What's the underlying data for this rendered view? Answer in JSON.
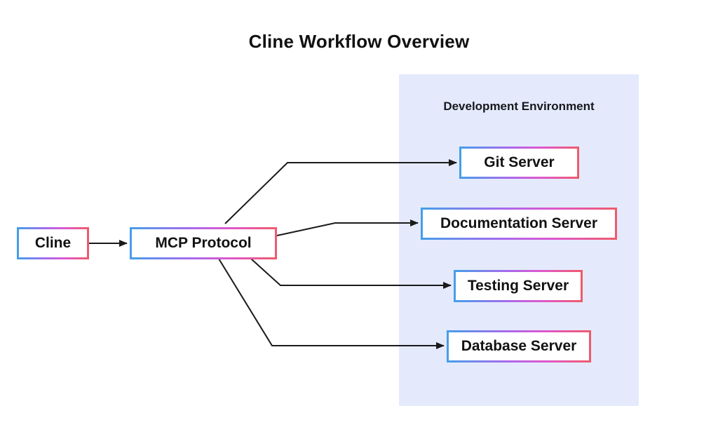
{
  "title": "Cline Workflow Overview",
  "panel": {
    "label": "Development Environment",
    "background": "#E4EAFC"
  },
  "nodes": [
    {
      "id": "cline",
      "label": "Cline"
    },
    {
      "id": "mcp",
      "label": "MCP Protocol"
    },
    {
      "id": "git",
      "label": "Git Server"
    },
    {
      "id": "docs",
      "label": "Documentation Server"
    },
    {
      "id": "testing",
      "label": "Testing Server"
    },
    {
      "id": "database",
      "label": "Database Server"
    }
  ],
  "edges": [
    {
      "from": "cline",
      "to": "mcp"
    },
    {
      "from": "mcp",
      "to": "git"
    },
    {
      "from": "mcp",
      "to": "docs"
    },
    {
      "from": "mcp",
      "to": "testing"
    },
    {
      "from": "mcp",
      "to": "database"
    }
  ],
  "colors": {
    "border_gradient": [
      "#459EE9",
      "#A869EC",
      "#EF5A6C"
    ],
    "connector": "#1A1A1A",
    "text": "#121212",
    "panel_background": "#E4EAFC"
  }
}
